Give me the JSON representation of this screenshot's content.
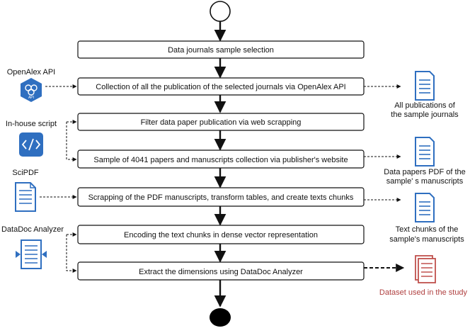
{
  "steps": [
    "Data journals sample selection",
    "Collection of all the publication of the selected journals via OpenAlex API",
    "Filter data paper publication via web scrapping",
    "Sample of 4041 papers and manuscripts collection via publisher's website",
    "Scrapping of the PDF manuscripts, transform tables, and create texts chunks",
    "Encoding the text chunks in dense vector representation",
    "Extract the dimensions using DataDoc Analyzer"
  ],
  "tools": {
    "openalex": {
      "label": "OpenAlex API",
      "icon_text": "API",
      "icon": "openalex-api-icon",
      "color": "#2f6fc0"
    },
    "inhouse": {
      "label": "In-house script",
      "icon": "code-script-icon",
      "color": "#2f6fc0"
    },
    "scipdf": {
      "label": "SciPDF",
      "icon": "pdf-document-icon",
      "color": "#2f6fc0"
    },
    "datadoc": {
      "label": "DataDoc Analyzer",
      "icon": "analyzer-document-icon",
      "color": "#2f6fc0"
    }
  },
  "outputs": {
    "publications": {
      "line1": "All publications of",
      "line2": "the sample journals",
      "icon": "document-icon",
      "color": "#2f6fc0"
    },
    "pdfs": {
      "line1": "Data papers PDF of the",
      "line2": "sample' s manuscripts",
      "icon": "document-icon",
      "color": "#2f6fc0"
    },
    "chunks": {
      "line1": "Text chunks of the",
      "line2": "sample's manuscripts",
      "icon": "document-icon",
      "color": "#2f6fc0"
    },
    "dataset": {
      "line1": "Dataset used in the study",
      "icon": "dataset-documents-icon",
      "color": "#c0504d"
    }
  }
}
